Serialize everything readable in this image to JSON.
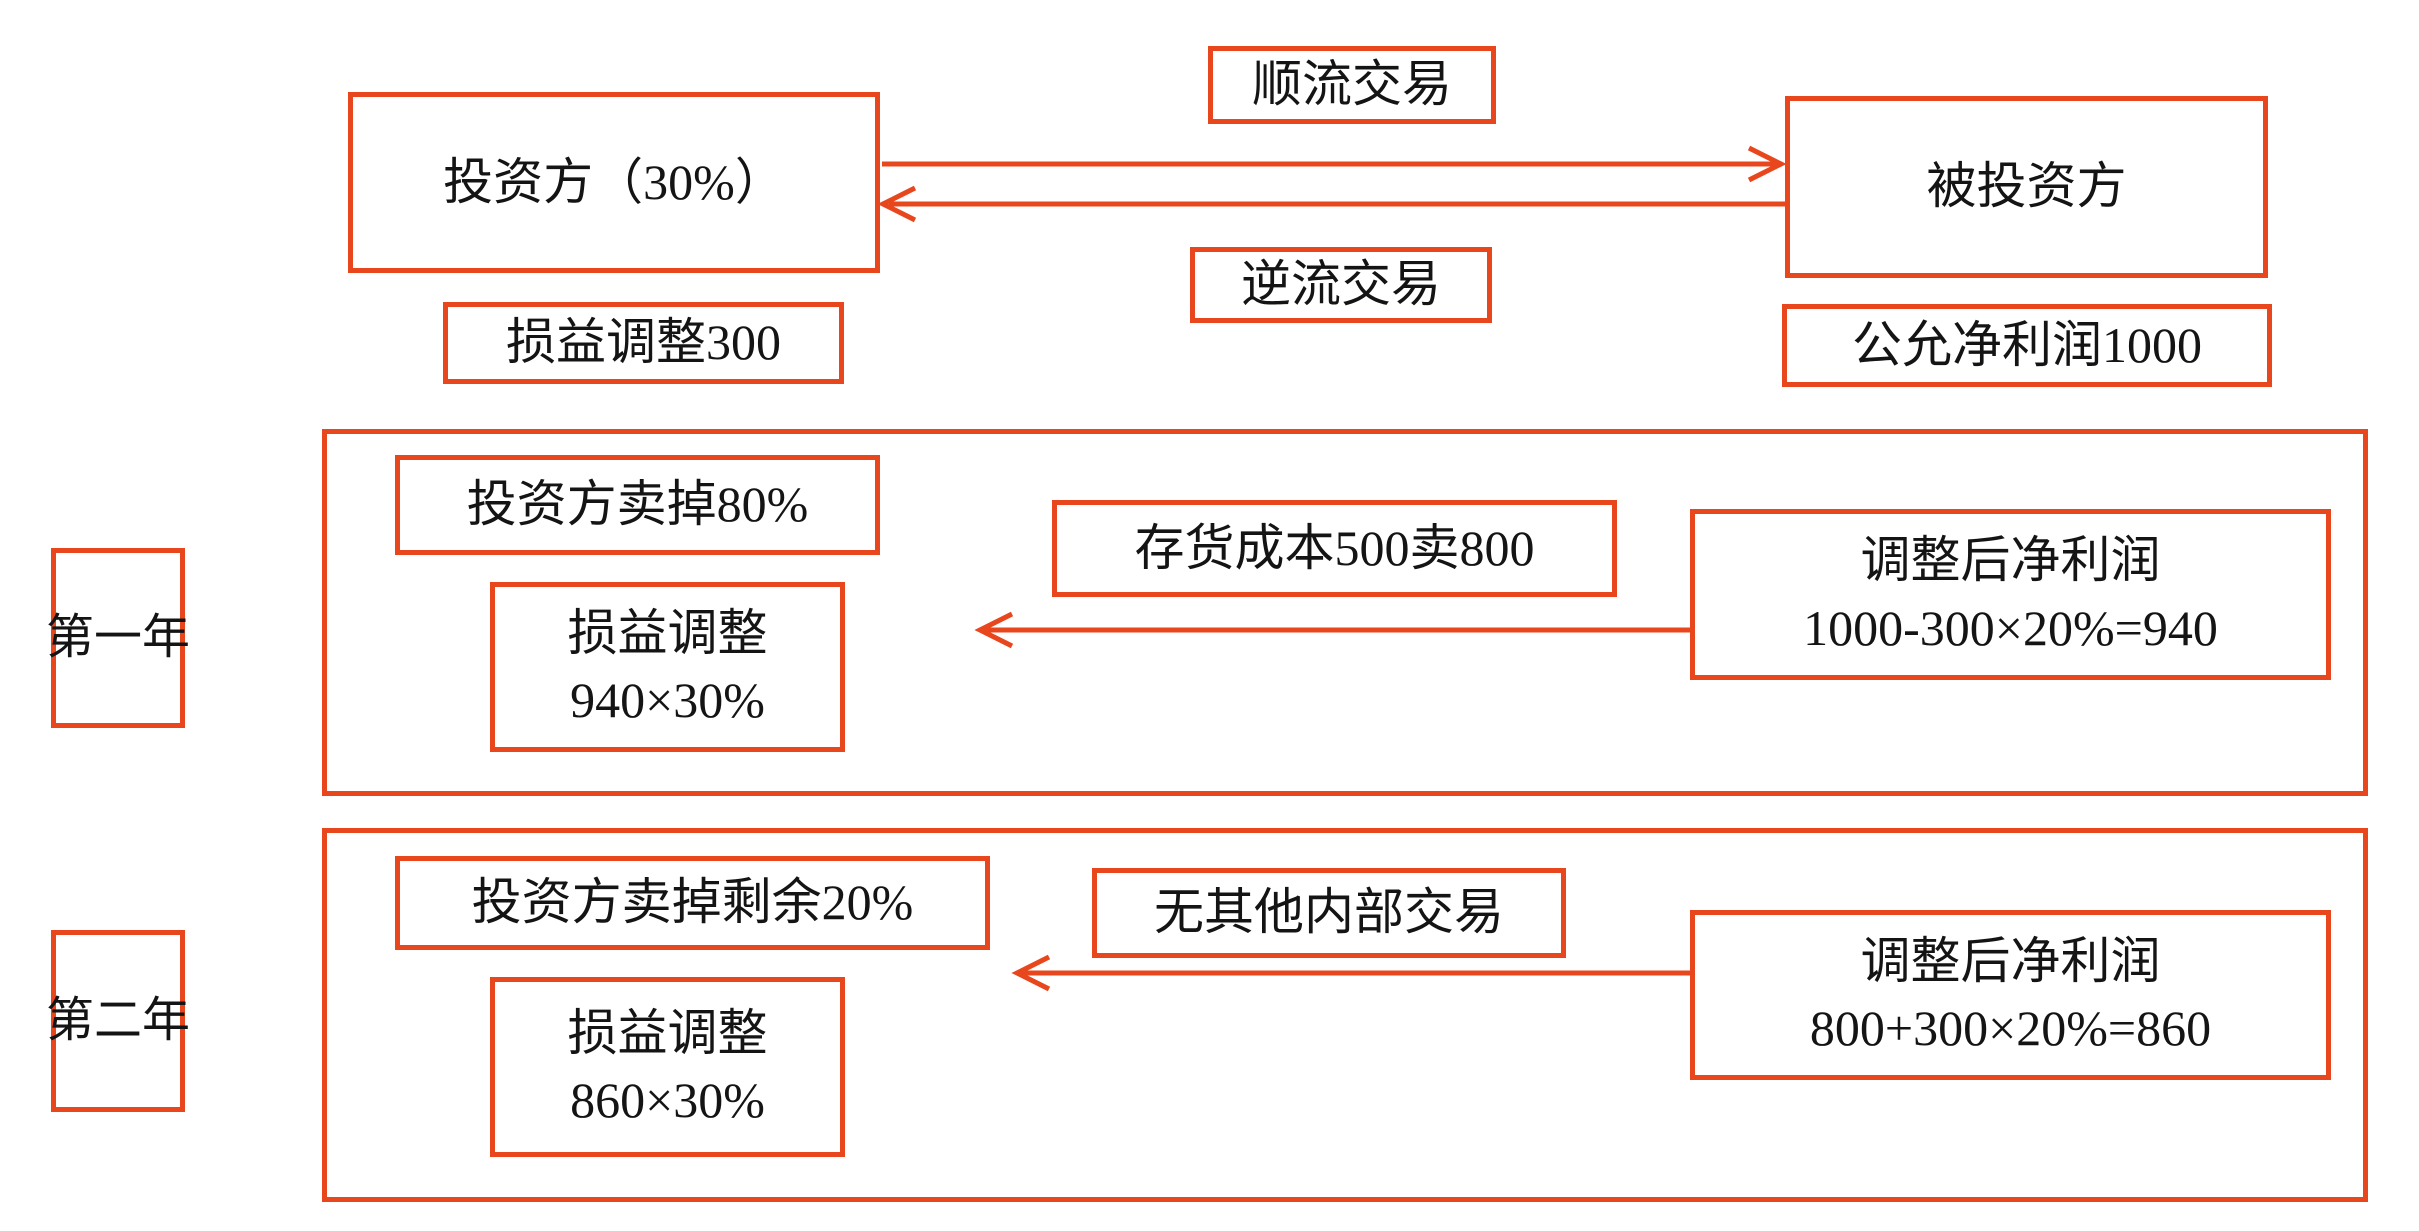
{
  "accent_color": "#e8471e",
  "text_color": "#141414",
  "top": {
    "investor_label": "投资方（30%）",
    "investee_label": "被投资方",
    "downstream_label": "顺流交易",
    "upstream_label": "逆流交易",
    "investor_note": "损益调整300",
    "investee_note": "公允净利润1000"
  },
  "year1": {
    "row_label": "第一年",
    "sell_label": "投资方卖掉80%",
    "adjust_line1": "损益调整",
    "adjust_line2": "940×30%",
    "transaction_label": "存货成本500卖800",
    "net_profit_line1": "调整后净利润",
    "net_profit_line2": "1000-300×20%=940"
  },
  "year2": {
    "row_label": "第二年",
    "sell_label": "投资方卖掉剩余20%",
    "adjust_line1": "损益调整",
    "adjust_line2": "860×30%",
    "transaction_label": "无其他内部交易",
    "net_profit_line1": "调整后净利润",
    "net_profit_line2": "800+300×20%=860"
  }
}
